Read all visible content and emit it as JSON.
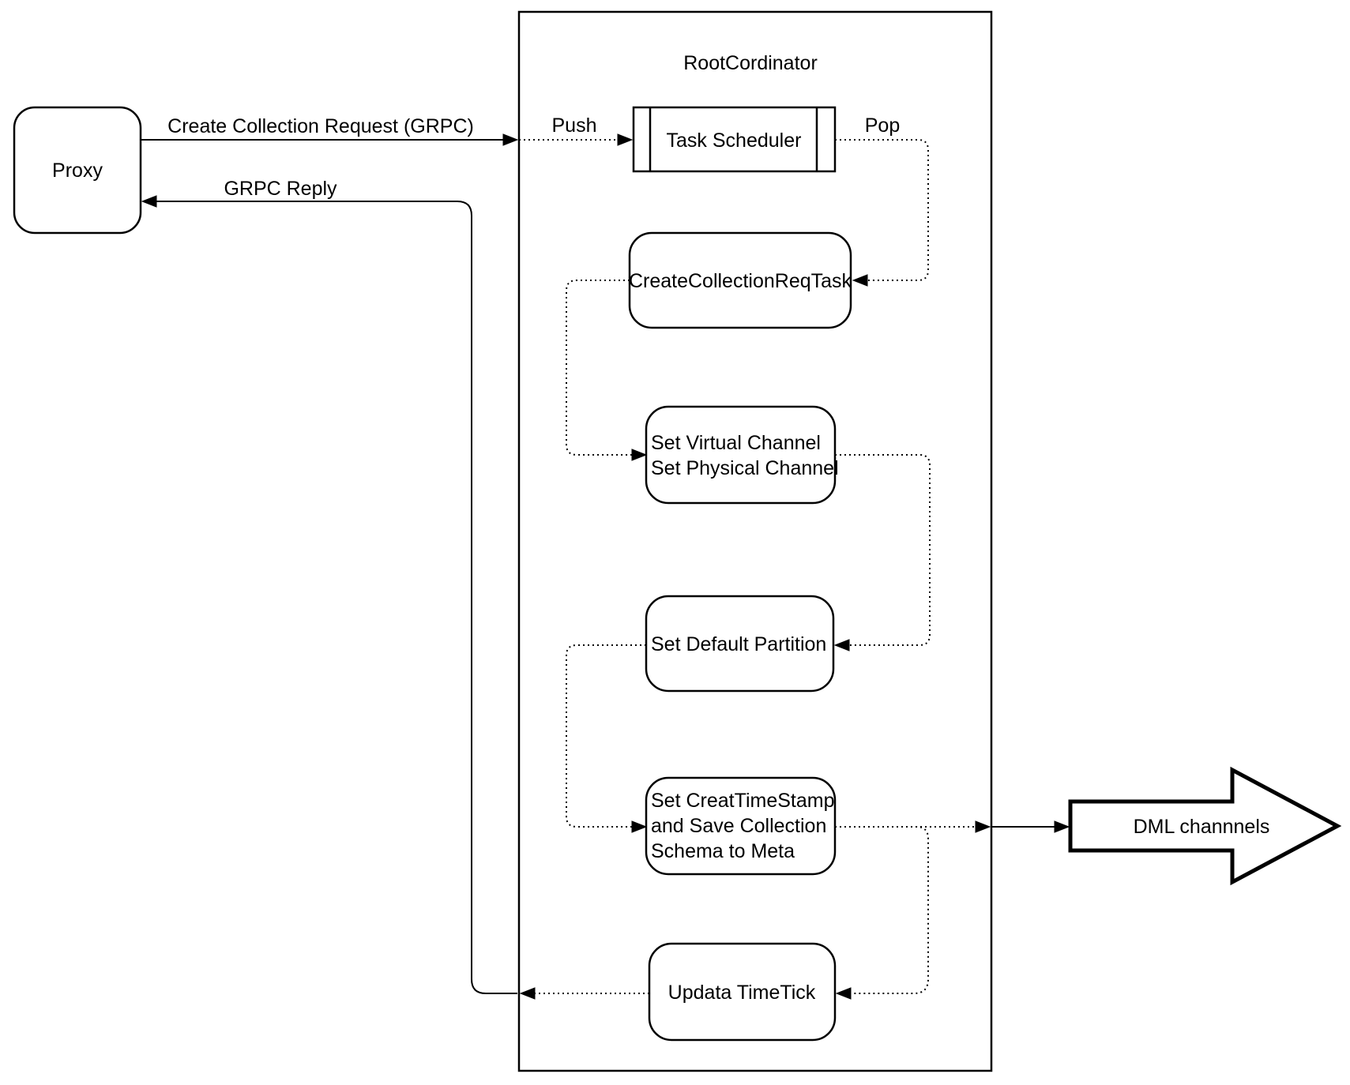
{
  "diagram": {
    "colors": {
      "stroke": "#000000",
      "background": "#ffffff"
    },
    "proxy": {
      "label": "Proxy"
    },
    "root_coordinator": {
      "title": "RootCordinator"
    },
    "task_scheduler": {
      "label": "Task Scheduler"
    },
    "edge_labels": {
      "create_collection_request": "Create Collection Request (GRPC)",
      "grpc_reply": "GRPC Reply",
      "push": "Push",
      "pop": "Pop"
    },
    "tasks": {
      "create_collection_req_task": {
        "label": "CreateCollectionReqTask"
      },
      "set_channels": {
        "lines": [
          "Set Virtual Channel",
          "Set Physical Channel"
        ]
      },
      "set_default_partition": {
        "label": "Set Default Partition"
      },
      "set_create_timestamp": {
        "lines": [
          "Set CreatTimeStamp",
          "and Save Collection",
          "Schema to Meta"
        ]
      },
      "update_timetick": {
        "label": "Updata TimeTick"
      }
    },
    "dml_channels": {
      "label": "DML channnels"
    }
  }
}
